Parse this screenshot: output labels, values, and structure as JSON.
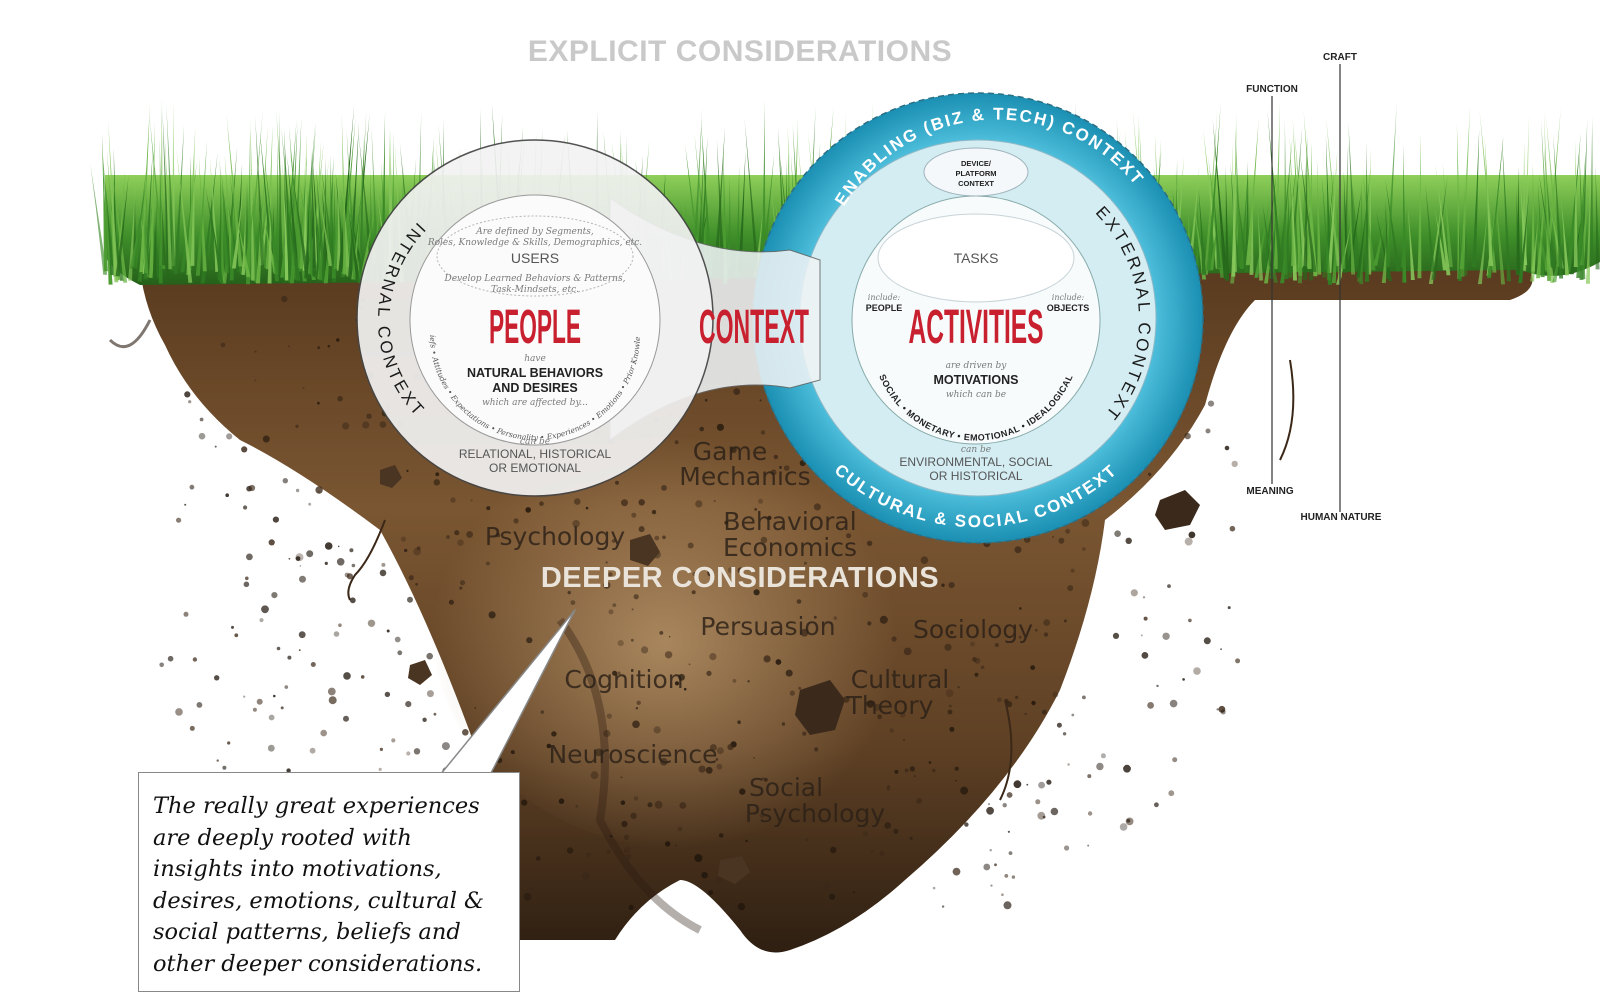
{
  "headings": {
    "explicit": "EXPLICIT CONSIDERATIONS",
    "deeper": "DEEPER CONSIDERATIONS"
  },
  "people": {
    "defined_by": [
      "Are defined by Segments,",
      "Roles, Knowledge & Skills, Demographics, etc."
    ],
    "users": "USERS",
    "develop": [
      "Develop Learned Behaviors & Patterns,",
      "Task-Mindsets, etc."
    ],
    "title": "PEOPLE",
    "have": "have",
    "natural": [
      "NATURAL BEHAVIORS",
      "AND DESIRES"
    ],
    "affected": "which are affected by...",
    "affected_list": "Beliefs • Attitudes • Expectations • Personality • Experiences • Emotions • Prior Knowledge",
    "can_be": "can be",
    "types": [
      "RELATIONAL, HISTORICAL",
      "OR EMOTIONAL"
    ],
    "internal_context": "INTERNAL CONTEXT"
  },
  "context_word": "CONTEXT",
  "activities": {
    "device": [
      "DEVICE/",
      "PLATFORM",
      "CONTEXT"
    ],
    "tasks": "TASKS",
    "include_people_small": "include:",
    "include_people": "PEOPLE",
    "include_objects_small": "include:",
    "include_objects": "OBJECTS",
    "title": "ACTIVITIES",
    "driven": "are driven by",
    "motivations": "MOTIVATIONS",
    "which_can_be": "which can be",
    "motivation_list": "SOCIAL • MONETARY • EMOTIONAL • IDEALOGICAL",
    "can_be": "can be",
    "types": [
      "ENVIRONMENTAL, SOCIAL",
      "OR HISTORICAL"
    ],
    "enabling": "ENABLING (BIZ & TECH) CONTEXT",
    "cultural": "CULTURAL & SOCIAL CONTEXT",
    "external": "EXTERNAL CONTEXT"
  },
  "disciplines": {
    "game": [
      "Game",
      "Mechanics"
    ],
    "psychology": "Psychology",
    "behavioral": [
      "Behavioral",
      "Economics"
    ],
    "persuasion": "Persuasion",
    "sociology": "Sociology",
    "cognition": "Cognition",
    "cultural": [
      "Cultural",
      "Theory"
    ],
    "neuroscience": "Neuroscience",
    "social_psych": [
      "Social",
      "Psychology"
    ]
  },
  "axes": {
    "craft": "CRAFT",
    "function": "FUNCTION",
    "meaning": "MEANING",
    "human_nature": "HUMAN NATURE"
  },
  "callout": {
    "text": "The really great experiences are deeply rooted with insights into motivations, desires, emotions, cultural & social patterns, beliefs and other deeper considerations."
  },
  "colors": {
    "grass": "#3f8f2a",
    "soil": "#6b4a2b",
    "ring_blue": "#2aa3c4",
    "accent_red": "#c8202f"
  }
}
